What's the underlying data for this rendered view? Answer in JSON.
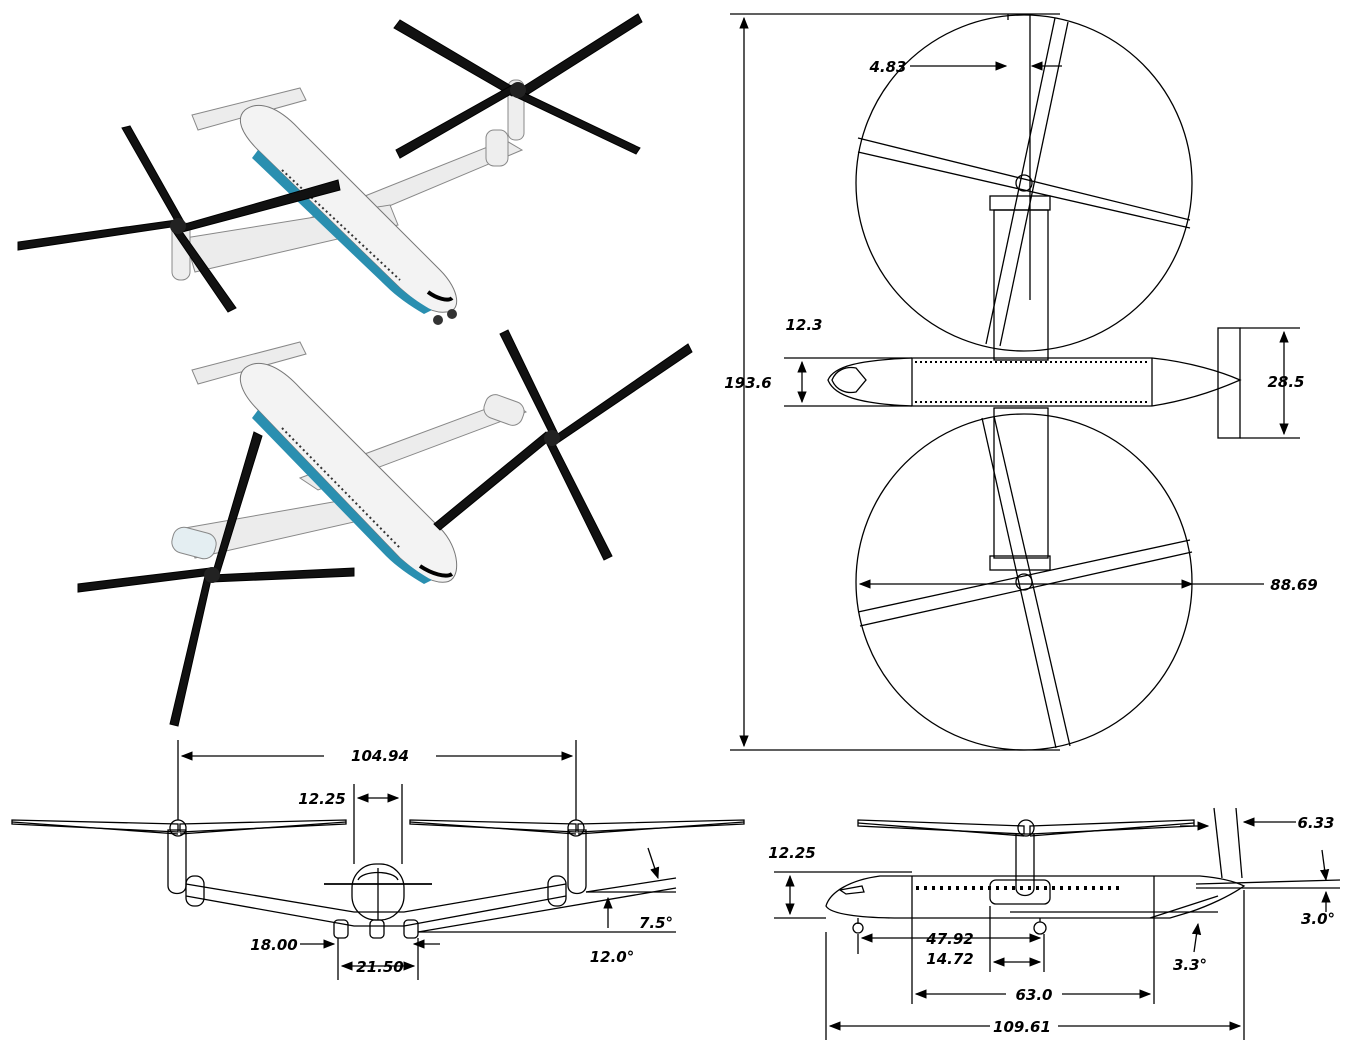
{
  "colors": {
    "line": "#000000",
    "fuselage": "#f3f3f3",
    "belly_stripe": "#2a8fb0",
    "blade": "#111111"
  },
  "dimensions": {
    "top_view": {
      "prop_gap": "4.83",
      "fuselage_width": "12.3",
      "overall_length": "193.6",
      "tail_span": "28.5",
      "rotor_diameter": "88.69"
    },
    "front_view": {
      "span": "104.94",
      "fuselage_width": "12.25",
      "track_inner": "18.00",
      "track_outer": "21.50",
      "dihedral_angle": "7.5°",
      "anhedral_angle": "12.0°"
    },
    "side_view": {
      "height": "12.25",
      "gear_base": "47.92",
      "gear_offset": "14.72",
      "cabin_length": "63.0",
      "overall_length": "109.61",
      "nacelle_offset": "6.33",
      "tail_angle": "3.0°",
      "upsweep_angle": "3.3°"
    }
  }
}
